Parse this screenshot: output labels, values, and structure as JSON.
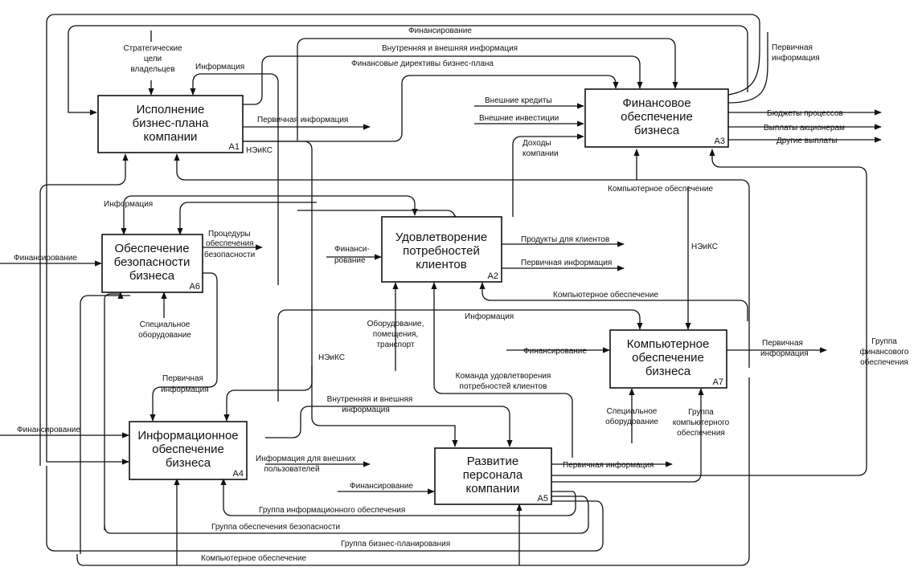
{
  "boxes": {
    "a1": {
      "lines": [
        "Исполнение",
        "бизнес-плана",
        "компании"
      ],
      "id": "A1"
    },
    "a2": {
      "lines": [
        "Удовлетворение",
        "потребностей",
        "клиентов"
      ],
      "id": "A2"
    },
    "a3": {
      "lines": [
        "Финансовое",
        "обеспечение",
        "бизнеса"
      ],
      "id": "A3"
    },
    "a4": {
      "lines": [
        "Информационное",
        "обеспечение",
        "бизнеса"
      ],
      "id": "A4"
    },
    "a5": {
      "lines": [
        "Развитие",
        "персонала",
        "компании"
      ],
      "id": "A5"
    },
    "a6": {
      "lines": [
        "Обеспечение",
        "безопасности",
        "бизнеса"
      ],
      "id": "A6"
    },
    "a7": {
      "lines": [
        "Компьютерное",
        "обеспечение",
        "бизнеса"
      ],
      "id": "A7"
    }
  },
  "labels": {
    "fin_top": "Финансирование",
    "int_ext_top": "Внутренняя и внешняя информация",
    "fin_directives": "Финансовые директивы бизнес-плана",
    "prim_info_top": [
      "Первичная",
      "информация"
    ],
    "strat_goals": [
      "Стратегические",
      "цели",
      "владельцев"
    ],
    "info_a1": "Информация",
    "prim_info_a1": "Первичная информация",
    "nezks_a1": "НЭиКС",
    "ext_credits": "Внешние кредиты",
    "ext_invest": "Внешние инвестиции",
    "income": [
      "Доходы",
      "компании"
    ],
    "budgets": "Бюджеты процессов",
    "payouts": "Выплаты акционерам",
    "other_pay": "Другие выплаты",
    "comp_support_top": "Компьютерное обеспечение",
    "info_a6": "Информация",
    "procedures": [
      "Процедуры",
      "обеспечения",
      "безопасности"
    ],
    "fin_a6": "Финансирование",
    "special_eq_a6": [
      "Специальное",
      "оборудование"
    ],
    "fin_a2": [
      "Финанси-",
      "рование"
    ],
    "products": "Продукты для клиентов",
    "prim_info_a2": "Первичная информация",
    "nezks_right": "НЭиКС",
    "comp_support_a2": "Компьютерное обеспечение",
    "equipment": [
      "Оборудование,",
      "помещения,",
      "транспорт"
    ],
    "info_mid": "Информация",
    "nezks_mid": "НЭиКС",
    "fin_a7": "Финансирование",
    "prim_info_a7": [
      "Первичная",
      "информация"
    ],
    "fin_group": [
      "Группа",
      "финансового",
      "обеспечения"
    ],
    "prim_info_a4": [
      "Первичная",
      "информация"
    ],
    "client_cmd": [
      "Команда удовлетворения",
      "потребностей клиентов"
    ],
    "int_ext_mid": [
      "Внутренняя и внешняя",
      "информация"
    ],
    "special_eq_a7": [
      "Специальное",
      "оборудование"
    ],
    "comp_group": [
      "Группа",
      "компьютерного",
      "обеспечения"
    ],
    "fin_a4": "Финансирование",
    "info_ext_users": [
      "Информация для внешних",
      "пользователей"
    ],
    "prim_info_a5": "Первичная информация",
    "fin_a5": "Финансирование",
    "info_group": "Группа информационного обеспечения",
    "sec_group": "Группа обеспечения безопасности",
    "bp_group": "Группа бизнес-планирования",
    "comp_support_bottom": "Компьютерное обеспечение"
  }
}
